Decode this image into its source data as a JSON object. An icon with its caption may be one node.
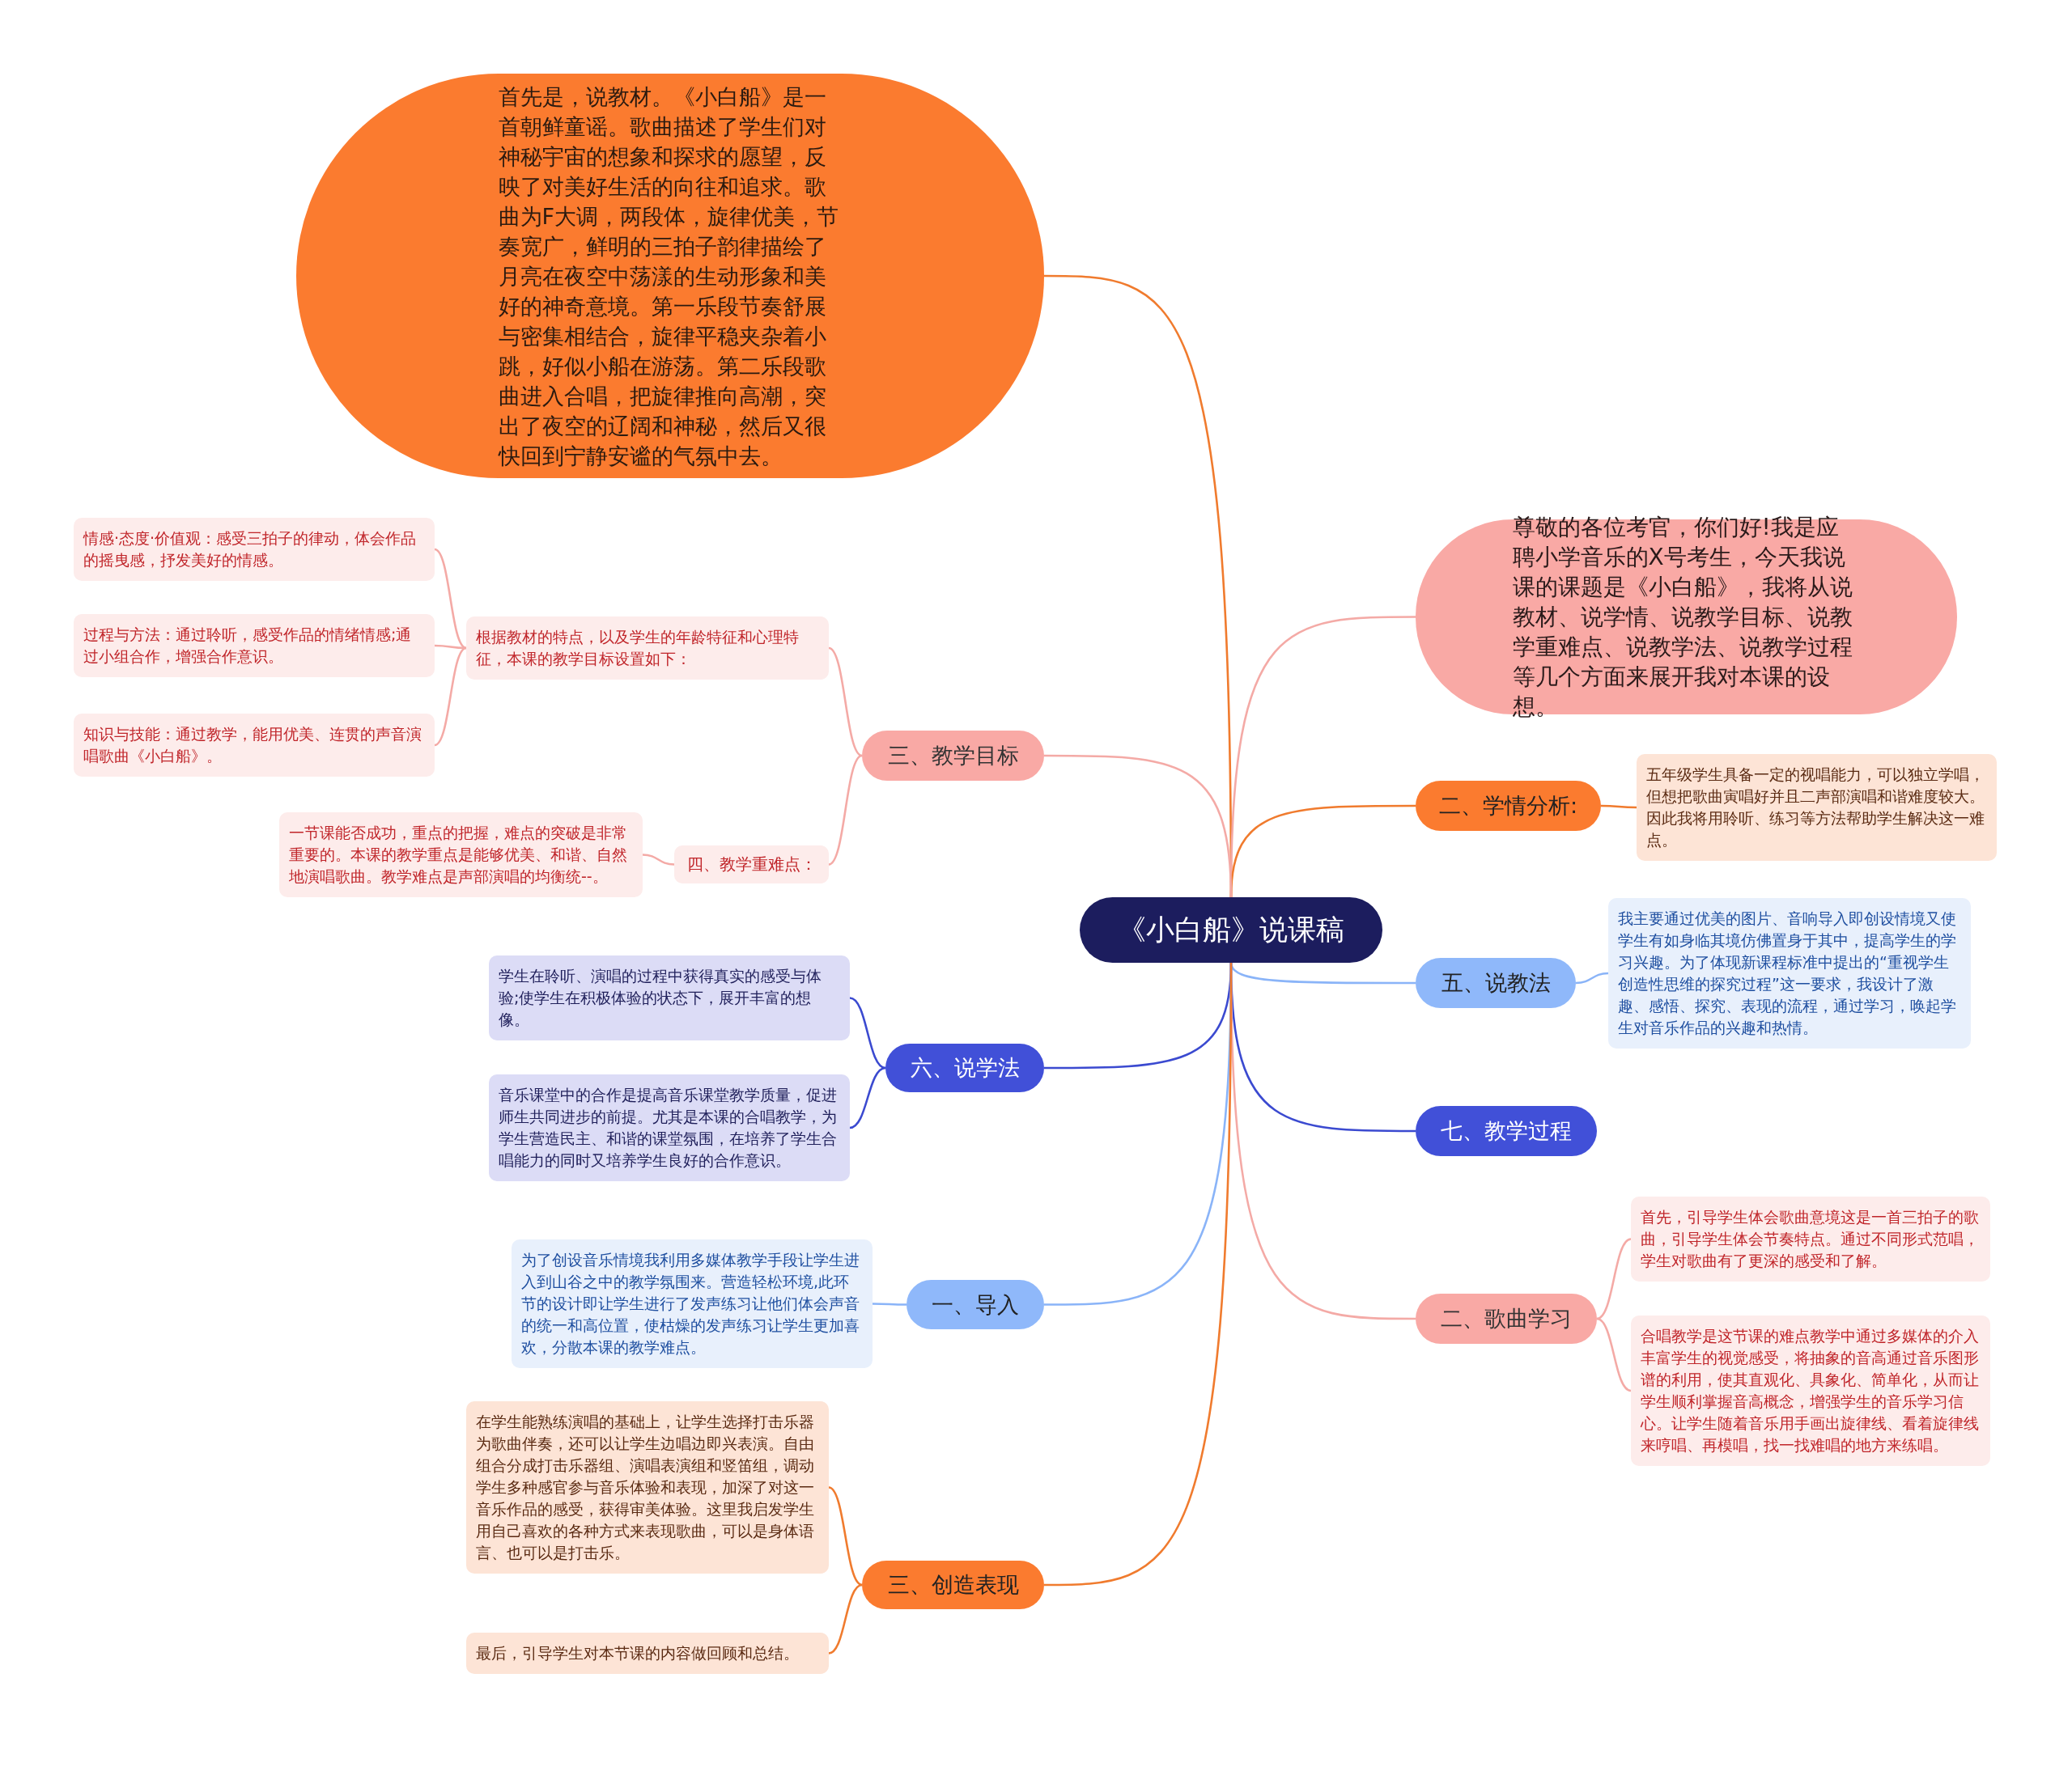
{
  "diagram": {
    "nodes": [
      {
        "text": [
          "《小白船》说课稿"
        ]
      },
      {
        "text": [
          "首先是，说教材。《小白船》是一首朝鲜童谣。歌曲描述了学生们对神秘宇宙的想象和探求的愿望，反映了对美好生活的向往和追求。歌曲为F大调，两段体，旋律优美，节奏宽广，鲜明的三拍子韵律描绘了月亮在夜空中荡漾的生动形象和美好的神奇意境。第一乐段节奏舒展与密集相结合，旋律平稳夹杂着小跳，好似小船在游荡。第二乐段歌曲进入合唱，把旋律推向高潮，突出了夜空的辽阔和神秘，然后又很快回到宁静安谧的气氛中去。"
        ]
      },
      {
        "text": [
          "尊敬的各位考官，你们好!我是应聘小学音乐的X号考生，今天我说课的课题是《小白船》，我将从说教材、说学情、说教学目标、说教学重难点、说教学法、说教学过程等几个方面来展开我对本课的设想。"
        ]
      },
      {
        "text": [
          "二、学情分析:"
        ]
      },
      {
        "text": [
          "五年级学生具备一定的视唱能力，可以独立学唱，但想把歌曲寅唱好并且二声部演唱和谐难度较大。因此我将用聆听、练习等方法帮助学生解决这一难点。"
        ]
      },
      {
        "text": [
          "五、说教法"
        ]
      },
      {
        "text": [
          "我主要通过优美的图片、音响导入即创设情境又使学生有如身临其境仿佛置身于其中，提高学生的学习兴趣。为了体现新课程标准中提出的“重视学生创造性思维的探究过程”这一要求，我设计了激趣、感悟、探究、表现的流程，通过学习，唤起学生对音乐作品的兴趣和热情。"
        ]
      },
      {
        "text": [
          "七、教学过程"
        ]
      },
      {
        "text": [
          "二、歌曲学习"
        ]
      },
      {
        "text": [
          "首先，引导学生体会歌曲意境这是一首三拍子的歌曲，引导学生体会节奏特点。通过不同形式范唱，学生对歌曲有了更深的感受和了解。"
        ]
      },
      {
        "text": [
          "合唱教学是这节课的难点教学中通过多媒体的介入丰富学生的视觉感受，将抽象的音高通过音乐图形谱的利用，使其直观化、具象化、简单化，从而让学生顺利掌握音高概念，增强学生的音乐学习信心。让学生随着音乐用手画出旋律线、看着旋律线来哼唱、再模唱，找一找难唱的地方来练唱。"
        ]
      },
      {
        "text": [
          "三、教学目标"
        ]
      },
      {
        "text": [
          "根据教材的特点，以及学生的年龄特征和心理特征，本课的教学目标设置如下："
        ]
      },
      {
        "text": [
          "情感·态度·价值观：感受三拍子的律动，体会作品的摇曳感，抒发美好的情感。"
        ]
      },
      {
        "text": [
          "过程与方法：通过聆听，感受作品的情绪情感;通过小组合作，增强合作意识。"
        ]
      },
      {
        "text": [
          "知识与技能：通过教学，能用优美、连贯的声音演唱歌曲《小白船》。"
        ]
      },
      {
        "text": [
          "四、教学重难点："
        ]
      },
      {
        "text": [
          "一节课能否成功，重点的把握，难点的突破是非常重要的。本课的教学重点是能够优美、和谐、自然地演唱歌曲。教学难点是声部演唱的均衡统--。"
        ]
      },
      {
        "text": [
          "六、说学法"
        ]
      },
      {
        "text": [
          "学生在聆听、演唱的过程中获得真实的感受与体验;使学生在积极体验的状态下，展开丰富的想像。"
        ]
      },
      {
        "text": [
          "音乐课堂中的合作是提高音乐课堂教学质量，促进师生共同进步的前提。尤其是本课的合唱教学，为学生营造民主、和谐的课堂氛围，在培养了学生合唱能力的同时又培养学生良好的合作意识。"
        ]
      },
      {
        "text": [
          "一、导入"
        ]
      },
      {
        "text": [
          "为了创设音乐情境我利用多媒体教学手段让学生进入到山谷之中的教学氛围来。营造轻松环境,此环节的设计即让学生进行了发声练习让他们体会声音的统一和高位置，使枯燥的发声练习让学生更加喜欢，分散本课的教学难点。"
        ]
      },
      {
        "text": [
          "三、创造表现"
        ]
      },
      {
        "text": [
          "在学生能熟练演唱的基础上，让学生选择打击乐器为歌曲伴奏，还可以让学生边唱边即兴表演。自由组合分成打击乐器组、演唱表演组和竖笛组，调动学生多种感官参与音乐体验和表现，加深了对这一音乐作品的感受，获得审美体验。这里我启发学生用自己喜欢的各种方式来表现歌曲，可以是身体语言、也可以是打击乐。"
        ]
      },
      {
        "text": [
          "最后，引导学生对本节课的内容做回顾和总结。"
        ]
      }
    ],
    "edges": [
      {
        "from": 0,
        "to": 1,
        "arrow": "none",
        "color": "#f07b2e"
      },
      {
        "from": 0,
        "to": 2,
        "arrow": "none",
        "color": "#f4aaa6"
      },
      {
        "from": 0,
        "to": 3,
        "arrow": "none",
        "color": "#f07b2e"
      },
      {
        "from": 3,
        "to": 4,
        "arrow": "none",
        "color": "#f07b2e"
      },
      {
        "from": 0,
        "to": 5,
        "arrow": "none",
        "color": "#8ab4f8"
      },
      {
        "from": 5,
        "to": 6,
        "arrow": "none",
        "color": "#8ab4f8"
      },
      {
        "from": 0,
        "to": 7,
        "arrow": "none",
        "color": "#3b4ad0"
      },
      {
        "from": 0,
        "to": 8,
        "arrow": "none",
        "color": "#f4aaa6"
      },
      {
        "from": 8,
        "to": 9,
        "arrow": "none",
        "color": "#f4aaa6"
      },
      {
        "from": 8,
        "to": 10,
        "arrow": "none",
        "color": "#f4aaa6"
      },
      {
        "from": 0,
        "to": 11,
        "arrow": "none",
        "color": "#f4aaa6"
      },
      {
        "from": 11,
        "to": 12,
        "arrow": "none",
        "color": "#f4aaa6"
      },
      {
        "from": 12,
        "to": 13,
        "arrow": "none",
        "color": "#f4aaa6"
      },
      {
        "from": 12,
        "to": 14,
        "arrow": "none",
        "color": "#f4aaa6"
      },
      {
        "from": 12,
        "to": 15,
        "arrow": "none",
        "color": "#f4aaa6"
      },
      {
        "from": 11,
        "to": 16,
        "arrow": "none",
        "color": "#f4aaa6"
      },
      {
        "from": 16,
        "to": 17,
        "arrow": "none",
        "color": "#f4aaa6"
      },
      {
        "from": 0,
        "to": 18,
        "arrow": "none",
        "color": "#3b4ad0"
      },
      {
        "from": 18,
        "to": 19,
        "arrow": "none",
        "color": "#3b4ad0"
      },
      {
        "from": 18,
        "to": 20,
        "arrow": "none",
        "color": "#3b4ad0"
      },
      {
        "from": 0,
        "to": 21,
        "arrow": "none",
        "color": "#8ab4f8"
      },
      {
        "from": 21,
        "to": 22,
        "arrow": "none",
        "color": "#8ab4f8"
      },
      {
        "from": 0,
        "to": 23,
        "arrow": "none",
        "color": "#f07b2e"
      },
      {
        "from": 23,
        "to": 24,
        "arrow": "none",
        "color": "#f07b2e"
      },
      {
        "from": 23,
        "to": 25,
        "arrow": "none",
        "color": "#f07b2e"
      }
    ]
  }
}
